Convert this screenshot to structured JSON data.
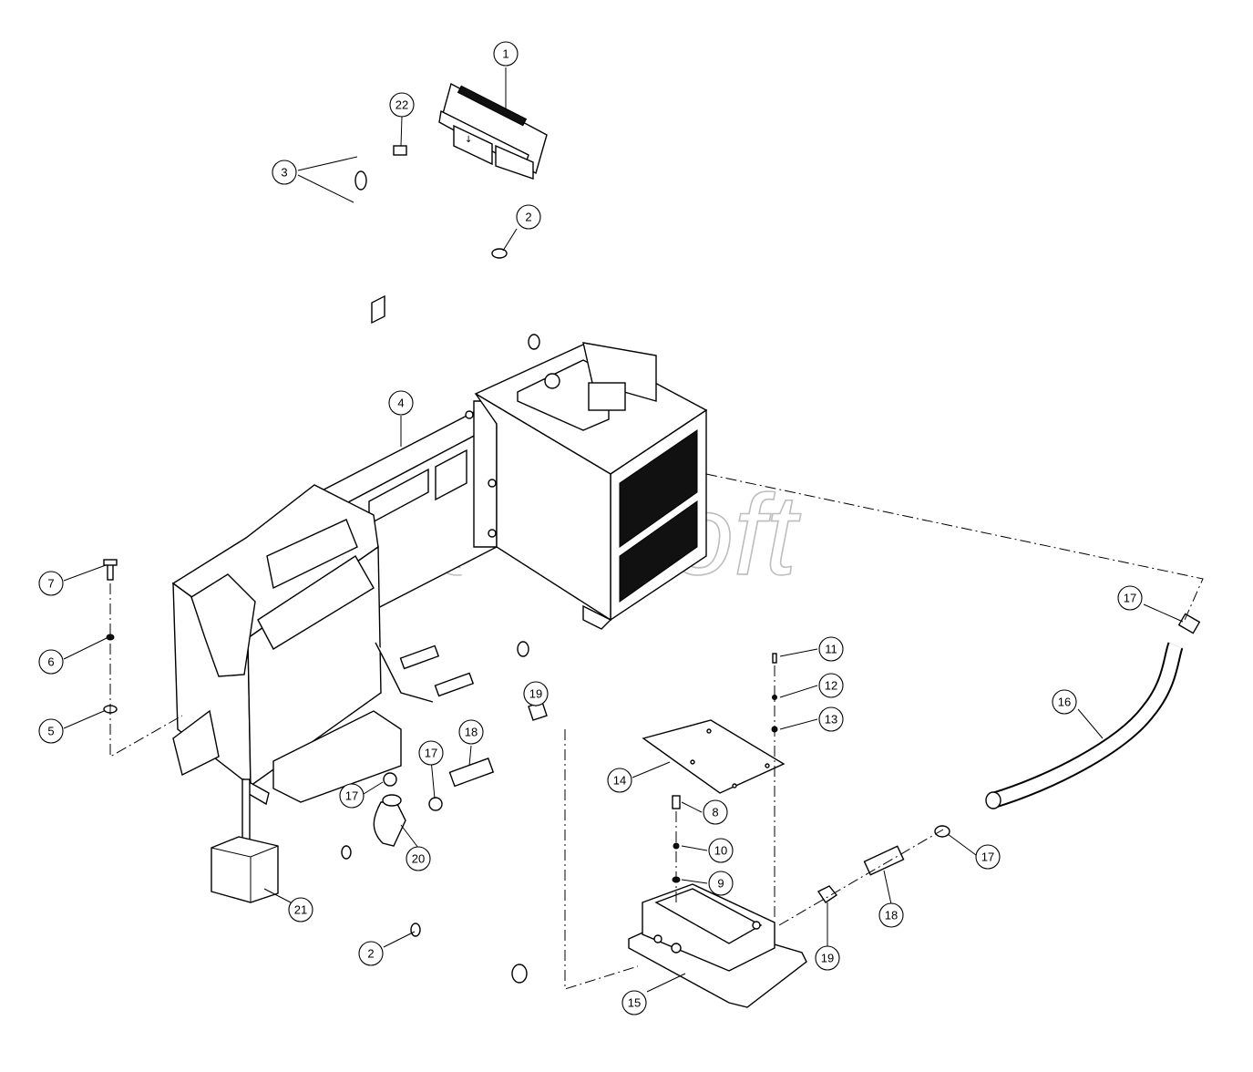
{
  "watermark": "AutoSoft",
  "callouts": [
    {
      "id": "c1",
      "label": "1"
    },
    {
      "id": "c22",
      "label": "22"
    },
    {
      "id": "c3",
      "label": "3"
    },
    {
      "id": "c2a",
      "label": "2"
    },
    {
      "id": "c4",
      "label": "4"
    },
    {
      "id": "c7",
      "label": "7"
    },
    {
      "id": "c6",
      "label": "6"
    },
    {
      "id": "c5",
      "label": "5"
    },
    {
      "id": "c17a",
      "label": "17"
    },
    {
      "id": "c16",
      "label": "16"
    },
    {
      "id": "c11",
      "label": "11"
    },
    {
      "id": "c12",
      "label": "12"
    },
    {
      "id": "c13",
      "label": "13"
    },
    {
      "id": "c19a",
      "label": "19"
    },
    {
      "id": "c18a",
      "label": "18"
    },
    {
      "id": "c17b",
      "label": "17"
    },
    {
      "id": "c17c",
      "label": "17"
    },
    {
      "id": "c14",
      "label": "14"
    },
    {
      "id": "c8",
      "label": "8"
    },
    {
      "id": "c10",
      "label": "10"
    },
    {
      "id": "c9",
      "label": "9"
    },
    {
      "id": "c20",
      "label": "20"
    },
    {
      "id": "c21",
      "label": "21"
    },
    {
      "id": "c17d",
      "label": "17"
    },
    {
      "id": "c18b",
      "label": "18"
    },
    {
      "id": "c19b",
      "label": "19"
    },
    {
      "id": "c2b",
      "label": "2"
    },
    {
      "id": "c15",
      "label": "15"
    }
  ]
}
